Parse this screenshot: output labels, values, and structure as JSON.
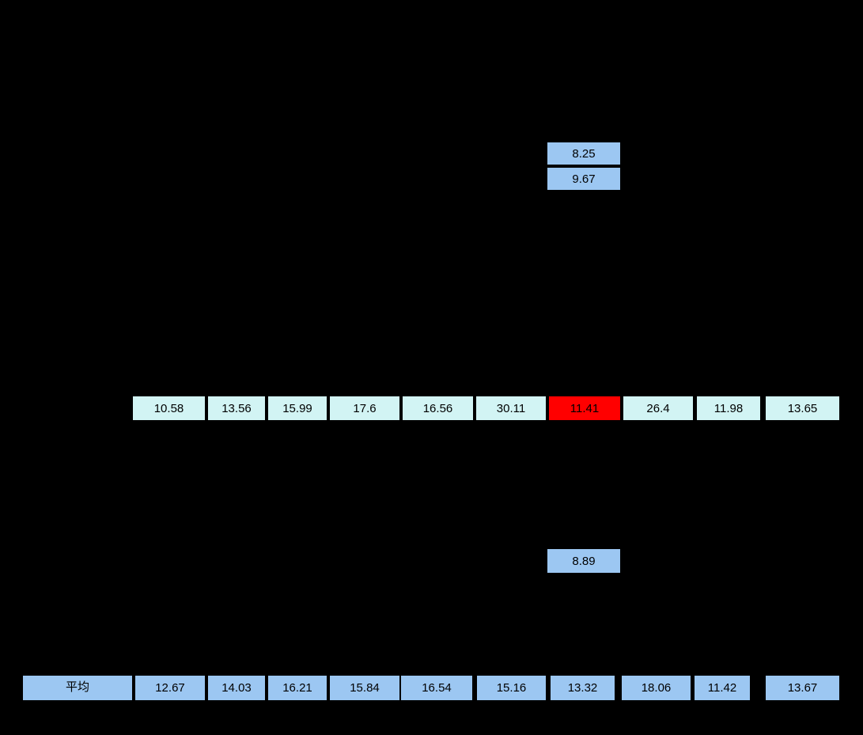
{
  "colors": {
    "background": "#000000",
    "light-blue": "#9CC7F2",
    "pale-cyan": "#D2F4F4",
    "highlight-red": "#FF0000",
    "text": "#000000"
  },
  "chart_data": {
    "type": "table",
    "title": "",
    "legend_position": "none",
    "grid": false,
    "notes_layout": "Black canvas; only filled table cells are visible. Three standalone light-blue cells sit in the 7th data column; one full pale-cyan row has its 7th cell highlighted red; bottom light-blue row is the average row.",
    "visible_rows": [
      {
        "name": "upper-cell-row-1",
        "column_index": 7,
        "values": [
          "8.25"
        ],
        "fill": "light-blue"
      },
      {
        "name": "upper-cell-row-2",
        "column_index": 7,
        "values": [
          "9.67"
        ],
        "fill": "light-blue"
      },
      {
        "name": "pe-row",
        "values": [
          "10.58",
          "13.56",
          "15.99",
          "17.6",
          "16.56",
          "30.11",
          "11.41",
          "26.4",
          "11.98",
          "13.65"
        ],
        "fill": "pale-cyan",
        "highlight_index": 6,
        "highlight_fill": "highlight-red"
      },
      {
        "name": "lower-cell-row",
        "column_index": 7,
        "values": [
          "8.89"
        ],
        "fill": "light-blue"
      },
      {
        "name": "average-row",
        "label": "平均",
        "values": [
          "12.67",
          "14.03",
          "16.21",
          "15.84",
          "16.54",
          "15.16",
          "13.32",
          "18.06",
          "11.42",
          "13.67"
        ],
        "fill": "light-blue"
      }
    ]
  }
}
